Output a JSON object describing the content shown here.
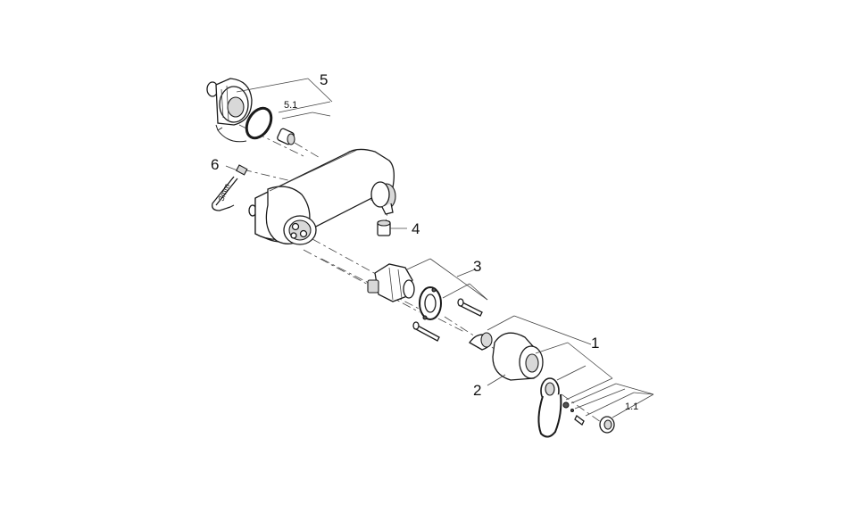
{
  "callouts": {
    "p1": "1",
    "p1_1": "1.1",
    "p2": "2",
    "p3": "3",
    "p4": "4",
    "p5": "5",
    "p5_1": "5.1",
    "p6": "6",
    "hex_key_size": "3mm"
  },
  "colors": {
    "line": "#222222",
    "fill": "#ffffff",
    "shade": "#d8d8d8"
  }
}
